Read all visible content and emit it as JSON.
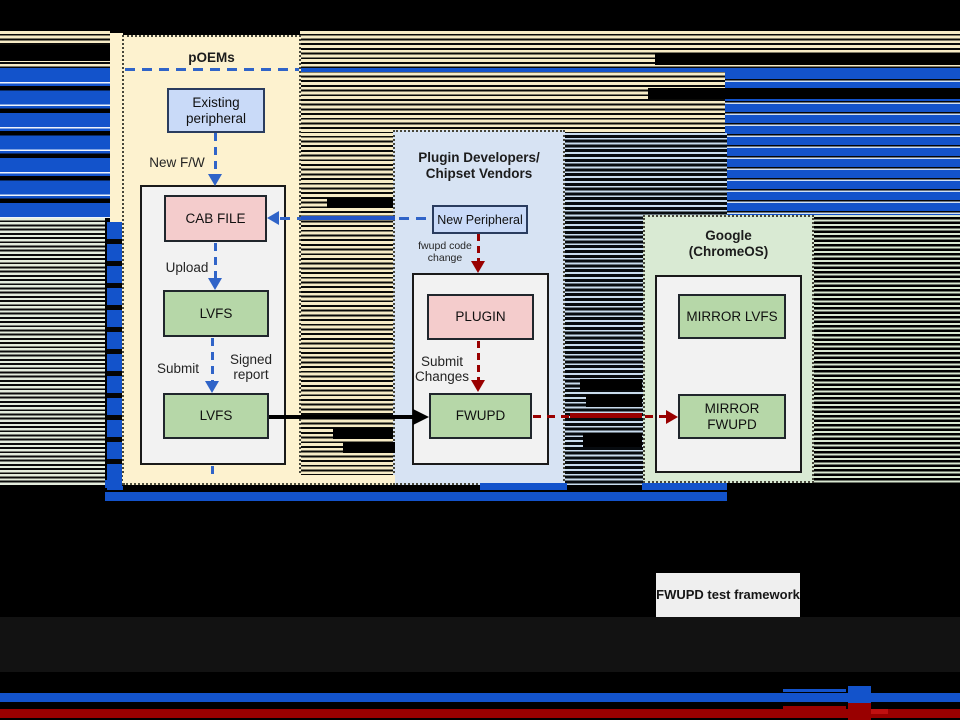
{
  "slide": {
    "groups": {
      "poems": {
        "title": "pOEMs"
      },
      "plugin_vendors": {
        "title_line1": "Plugin Developers/",
        "title_line2": "Chipset Vendors"
      },
      "google": {
        "title_line1": "Google",
        "title_line2": "(ChromeOS)"
      }
    },
    "nodes": {
      "existing_peripheral": "Existing peripheral",
      "cab_file": "CAB FILE",
      "lvfs_upper": "LVFS",
      "lvfs_lower": "LVFS",
      "new_peripheral": "New Peripheral",
      "plugin": "PLUGIN",
      "fwupd": "FWUPD",
      "mirror_lvfs": "MIRROR LVFS",
      "mirror_fwupd": "MIRROR FWUPD",
      "test_framework": "FWUPD test framework"
    },
    "labels": {
      "new_fw": "New F/W",
      "upload": "Upload",
      "submit": "Submit",
      "signed_report": "Signed report",
      "fwupd_code_change": "fwupd code change",
      "submit_changes": "Submit Changes"
    },
    "colors": {
      "background": "#000000",
      "accent_blue": "#1353cb",
      "dashed_arrow_blue": "#3064c8",
      "dark_red": "#990000",
      "poems_bg": "#fdf2cf",
      "plugin_group_bg": "#d7e3f3",
      "google_group_bg": "#d9ead3",
      "node_blue": "#c9daf8",
      "node_pink": "#f4cccc",
      "node_green": "#b6d7a8",
      "container_gray": "#f2f2f2",
      "test_box_bg": "#efefef"
    }
  }
}
